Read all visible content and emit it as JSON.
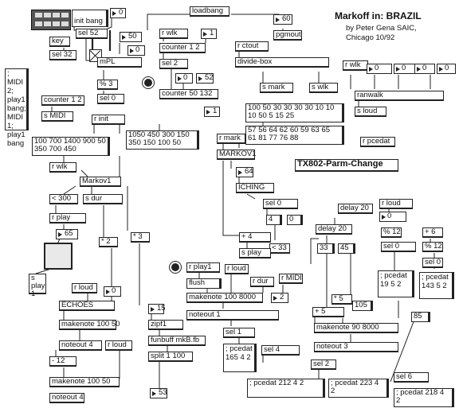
{
  "title": "Markoff in: BRAZIL",
  "credit": [
    "by Peter Gena SAIC,",
    "Chicago 10/92"
  ],
  "objects": {
    "initbang": "init bang",
    "num0": "0",
    "loadbang": "loadbang",
    "num60": "60",
    "pgmout": "pgmout",
    "sel52": "sel 52",
    "key": "key",
    "sel32": "sel 32",
    "num50": "50",
    "num0b": "0",
    "rwlk1": "r wlk",
    "num1": "1",
    "counter12a": "counter 1 2",
    "mpl": "mPL",
    "sel2": "sel 2",
    "num0c": "0",
    "num52": "52",
    "rctout": "r ctout",
    "dividebox": "divide-box",
    "smark": "s mark",
    "swlk": "s wlk",
    "rwlk2": "r wlk",
    "rw0a": "0",
    "rw0b": "0",
    "rw0c": "0",
    "rw0d": "0",
    "ranwalk": "ranwalk",
    "sloud1": "s loud",
    "mod3": "% 3",
    "sel0a": "sel 0",
    "counter50": "counter 50 132",
    "num1b": "1",
    "midimsg": "; MIDI 2; play1 bang; MIDI 1; play1 bang",
    "counter12b": "counter 1 2",
    "smidi": "s MIDI",
    "rinit": "r init",
    "list1": "100 50 30 30 30 30 10 10 10 50 5 15 25",
    "list2": "1050 450 300 150 350 150 100 50",
    "list3": "100 700 1400 900 50 350 700 450",
    "list4": "57 56 64 62 60 59 63 65 61 81 77 76 88",
    "rmark": "r mark",
    "markov1top": "MARKOV1",
    "rpcedat": "r pcedat",
    "tx802": "TX802-Parm-Change",
    "rwlk3": "r wlk",
    "markov1": "Markov1",
    "num64": "64",
    "iching": "ICHING",
    "lt300": "< 300",
    "sdur": "s dur",
    "sel0b": "sel 0",
    "num4": "4",
    "num0d": "0",
    "delay20a": "delay 20",
    "rloud1": "r loud",
    "num0e": "0",
    "rplay": "r play",
    "num65": "65",
    "plus4": "+ 4",
    "lt33": "< 33",
    "delay20b": "delay 20",
    "mod12a": "% 12",
    "plus6": "+ 6",
    "mod12b": "% 12",
    "times2": "* 2",
    "times3": "* 3",
    "splay": "s play",
    "num33": "33",
    "num45": "45",
    "sel0c": "sel 0",
    "sel0d": "sel 0",
    "splay1": "s play 1",
    "rplay1": "r play1",
    "rloud2": "r loud",
    "rloud3": "r loud",
    "num0f": "0",
    "flush": "flush",
    "rdur": "r dur",
    "rmidi": "r MIDI",
    "echoes": "ECHOES",
    "makenote1008000": "makenote 100 8000",
    "num2": "2",
    "noteout1": "noteout 1",
    "pcedat19": "; pcedat 19 5 2",
    "pcedat143": "; pcedat 143 5 2",
    "plus5": "+ 5",
    "times5": "* 5",
    "num105": "105",
    "num85": "85",
    "makenote10050a": "makenote 100 50",
    "num15": "15",
    "zipf1": "zipf1",
    "makenote908000": "makenote 90 8000",
    "noteout4a": "noteout 4",
    "rloud4": "r loud",
    "funbuff": "funbuff mkB.fb",
    "sel1": "sel 1",
    "noteout3": "noteout 3",
    "minus12": "- 12",
    "split": "split 1 100",
    "sel4": "sel 4",
    "pcedat165": "; pcedat 165 4 2",
    "sel2b": "sel 2",
    "makenote10050b": "makenote 100 50",
    "sel6": "sel 6",
    "noteout4b": "noteout 4",
    "num53": "53",
    "pcedat212": "; pcedat 212 4 2",
    "pcedat223": "; pcedat 223 4 2",
    "pcedat218": "; pcedat 218 4 2"
  }
}
